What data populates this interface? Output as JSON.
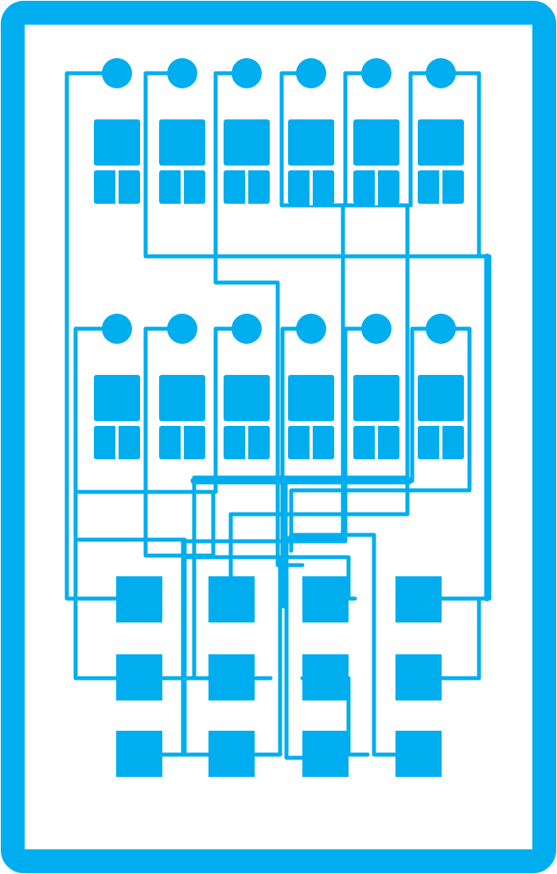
{
  "colors": {
    "primary": "#00AEEF",
    "background": "#FFFFFF"
  },
  "diagram": {
    "kind": "circuit-board-schematic",
    "upper_bank": {
      "columns": 6,
      "components": [
        "node-pad",
        "chip"
      ]
    },
    "middle_bank": {
      "columns": 6,
      "components": [
        "node-pad",
        "chip"
      ]
    },
    "lower_array": {
      "columns": 4,
      "rows": 3,
      "components": [
        "square-pad"
      ]
    }
  }
}
